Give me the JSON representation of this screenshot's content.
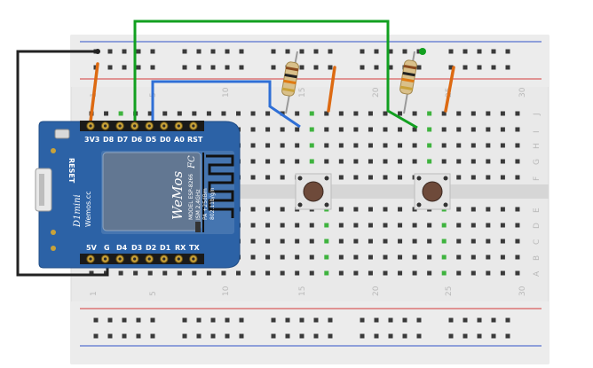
{
  "breadboard": {
    "column_numbers_top": [
      "1",
      "5",
      "10",
      "15",
      "20",
      "25",
      "30"
    ],
    "column_numbers_bottom": [
      "1",
      "5",
      "10",
      "15",
      "20",
      "25",
      "30"
    ],
    "row_letters_top": [
      "J",
      "I",
      "H",
      "G",
      "F"
    ],
    "row_letters_bottom": [
      "E",
      "D",
      "C",
      "B",
      "A"
    ],
    "rail_colors": {
      "positive": "#d33a3a",
      "negative": "#2f52c8"
    }
  },
  "board": {
    "color": "#2c62a6",
    "top_pins": [
      "3V3",
      "D8",
      "D7",
      "D6",
      "D5",
      "D0",
      "A0",
      "RST"
    ],
    "bottom_pins": [
      "5V",
      "G",
      "D4",
      "D3",
      "D2",
      "D1",
      "RX",
      "TX"
    ],
    "reset_label": "RESET",
    "name": "D1mini",
    "maker": "Wemos.cc",
    "module_logo": "WeMos",
    "module_lines": [
      "MODEL ESP-8266",
      "ISM 2.4GHz",
      "PA +25dBm",
      "802.11b/g/n"
    ],
    "module_mark": "FC"
  },
  "wires": {
    "green": "#12a020",
    "blue": "#2f6fd6",
    "black": "#222222",
    "orange": "#dd6a12"
  },
  "components": {
    "resistors": 2,
    "pushbuttons": 2
  }
}
